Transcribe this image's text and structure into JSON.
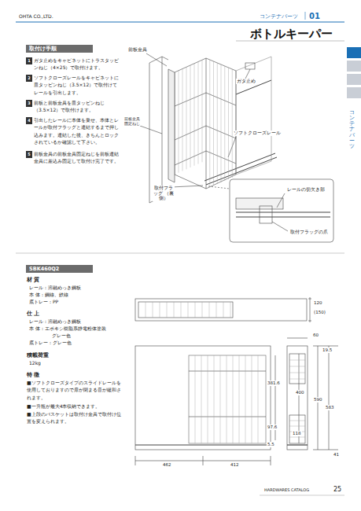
{
  "diagram": {
    "title": "ボトルキーパー",
    "nodes": [
      {
        "text": [
          "取付け手順"
        ]
      },
      {
        "text": [
          "1"
        ]
      },
      {
        "text": [
          "2"
        ]
      },
      {
        "text": [
          "3"
        ]
      },
      {
        "text": [
          "4"
        ]
      },
      {
        "text": [
          "5"
        ]
      },
      {
        "text": [
          "SBK460Q2"
        ]
      }
    ],
    "labels": [
      "OHTA CO.,LTD.",
      "コンテナパーツ",
      "01",
      "コンテナパーツ",
      "ガタ止めをキャビネットにトラスタッピンねじ（4×25）で取付けます。",
      "ソフトクローズレールをキャビネットに皿タッピンねじ（3.5×12）で取付けてレールを引出します。",
      "前板と前板金具を皿タッピンねじ（3.5×12）で取付けます。",
      "引出したレールに本体を乗せ、本体とレールが取付フラッグと連結するまで押し込みます。連結した後、きちんとロックされているか確認して下さい。",
      "前板金具の前板金具固定ねじを前板連結金具に差込み固定して取付け完了です。",
      "前板金具",
      "ガタ止め",
      "前板金具 固定ねじ",
      "ソフトクローズレール",
      "取付フラッグ （裏側）",
      "レールの切欠き部",
      "取付フラッグの爪",
      "材 質",
      "レール：溶融めっき鋼板",
      "本 体：鋼線、鉄線",
      "底トレー：PP",
      "仕 上",
      "レール：溶融めっき鋼板",
      "本 体：エポキシ樹脂系静電粉体塗装",
      "グレー色",
      "底トレー：グレー色",
      "積載荷重",
      "12kg",
      "特 徴",
      "■ソフトクローズタイプのスライドレールを使用しておりますので扉が閉まる音が緩和されます。",
      "■一升瓶が最大4本収納できます。",
      "■上段のバスケットは取付け金具で取付け位置を変えられます。",
      "120",
      "(150)",
      "60",
      "19.5",
      "400",
      "590",
      "583",
      "381.6",
      "97.6",
      "118",
      "5.5",
      "41",
      "462",
      "412",
      "HARDWARES CATALOG",
      "25"
    ]
  }
}
